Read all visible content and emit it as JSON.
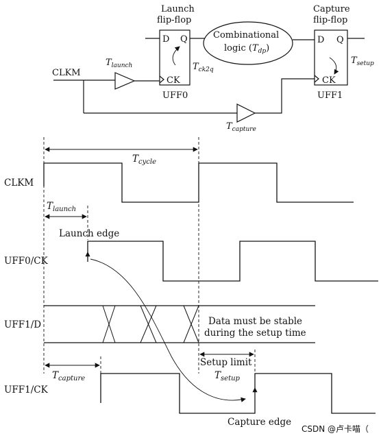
{
  "circuit": {
    "launch_title_1": "Launch",
    "launch_title_2": "flip-flop",
    "capture_title_1": "Capture",
    "capture_title_2": "flip-flop",
    "comb_1": "Combinational",
    "comb_2a": "logic (",
    "comb_2b": "T",
    "comb_2c": "dp",
    "comb_2d": ")",
    "pin_d": "D",
    "pin_q": "Q",
    "pin_ck": "CK",
    "uff0": "UFF0",
    "uff1": "UFF1",
    "clkm": "CLKM",
    "t": "T",
    "launch_sub": "launch",
    "ck2q_sub": "ck2q",
    "setup_sub": "setup",
    "capture_sub": "capture"
  },
  "timing": {
    "clkm": "CLKM",
    "uff0_ck": "UFF0/CK",
    "uff1_d": "UFF1/D",
    "uff1_ck": "UFF1/CK",
    "t": "T",
    "cycle_sub": "cycle",
    "launch_sub": "launch",
    "capture_sub": "capture",
    "setup_sub": "setup",
    "launch_edge": "Launch edge",
    "capture_edge": "Capture edge",
    "stable_1": "Data must be stable",
    "stable_2": "during the setup time",
    "setup_limit": "Setup limit"
  },
  "watermark": "CSDN @卢卡喵（",
  "colors": {
    "line": "#111111",
    "ellipse_fill": "#ffffff",
    "background": "#ffffff"
  }
}
